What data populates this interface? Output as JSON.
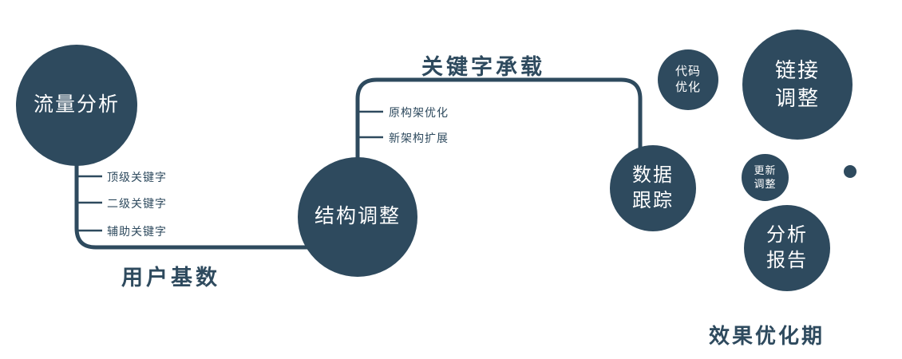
{
  "colors": {
    "primary": "#2e4a5e",
    "text_on_primary": "#ffffff",
    "background": "#ffffff"
  },
  "nodes": {
    "traffic_analysis": {
      "label": "流量分析"
    },
    "structure_adjust": {
      "label": "结构调整"
    },
    "data_tracking": {
      "line1": "数据",
      "line2": "跟踪"
    },
    "code_optimization": {
      "line1": "代码",
      "line2": "优化"
    },
    "link_adjustment": {
      "line1": "链接",
      "line2": "调整"
    },
    "update_adjustment": {
      "line1": "更新",
      "line2": "调整"
    },
    "analysis_report": {
      "line1": "分析",
      "line2": "报告"
    }
  },
  "edge_labels": {
    "user_base": "用户基数",
    "keyword_carrying": "关键字承载"
  },
  "branches": {
    "traffic": {
      "items": [
        "顶级关键字",
        "二级关键字",
        "辅助关键字"
      ]
    },
    "structure": {
      "items": [
        "原构架优化",
        "新架构扩展"
      ]
    }
  },
  "caption": "效果优化期"
}
